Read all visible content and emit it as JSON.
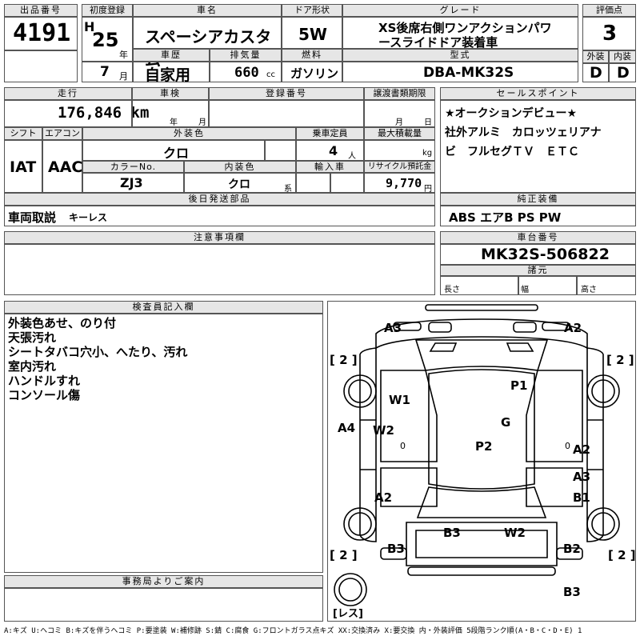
{
  "header": {
    "lot_label": "出品番号",
    "lot_number": "4191",
    "first_reg_label": "初度登録",
    "era": "H",
    "year": "25",
    "year_unit": "年",
    "month": "7",
    "month_unit": "月",
    "model_name_label": "車名",
    "model_name": "スペーシアカスタム",
    "door_label": "ドア形状",
    "door": "5W",
    "grade_label": "グレード",
    "grade_line1": "XS後席右側ワンアクションパワ",
    "grade_line2": "ースライドドア装着車",
    "score_label": "評価点",
    "score": "3",
    "history_label": "車歴",
    "history": "自家用",
    "displacement_label": "排気量",
    "displacement": "660",
    "displacement_unit": "cc",
    "fuel_label": "燃料",
    "fuel": "ガソリン",
    "model_code_label": "型式",
    "model_code": "DBA-MK32S",
    "exterior_label": "外装",
    "exterior": "D",
    "interior_label": "内装",
    "interior": "D"
  },
  "mid": {
    "mileage_label": "走行",
    "mileage": "176,846 km",
    "inspection_label": "車検",
    "inspection_year_unit": "年",
    "inspection_month_unit": "月",
    "reg_number_label": "登録番号",
    "transfer_label": "譲渡書類期限",
    "transfer_month_unit": "月",
    "transfer_day_unit": "日",
    "shift_label": "シフト",
    "shift": "IAT",
    "ac_label": "エアコン",
    "ac": "AAC",
    "ext_color_label": "外装色",
    "ext_color": "クロ",
    "capacity_label": "乗車定員",
    "capacity": "4",
    "capacity_unit": "人",
    "max_load_label": "最大積載量",
    "max_load_unit": "kg",
    "color_no_label": "カラーNo.",
    "color_no": "ZJ3",
    "int_color_label": "内装色",
    "int_color": "クロ",
    "int_color_unit": "系",
    "import_label": "輸入車",
    "recycle_label": "リサイクル預託金",
    "recycle": "9,770",
    "recycle_unit": "円",
    "later_parts_label": "後日発送部品",
    "later_parts": "車両取説",
    "later_parts_extra": "キーレス"
  },
  "selling": {
    "label": "セールスポイント",
    "lines": [
      "★オークションデビュー★",
      "社外アルミ　カロッツェリアナ",
      "ビ　フルセグＴＶ　ＥＴＣ"
    ]
  },
  "equipment": {
    "label": "純正装備",
    "value": "ABS エアB PS PW"
  },
  "notes": {
    "label": "注意事項欄"
  },
  "chassis": {
    "label": "車台番号",
    "value": "MK32S-506822",
    "specs_label": "諸元",
    "length_label": "長さ",
    "width_label": "幅",
    "height_label": "高さ"
  },
  "inspector": {
    "label": "検査員記入欄",
    "lines": [
      "外装色あせ、のり付",
      "天張汚れ",
      "シートタバコ穴小、へたり、汚れ",
      "室内汚れ",
      "ハンドルすれ",
      "コンソール傷"
    ]
  },
  "office": {
    "label": "事務局よりご案内"
  },
  "diagram": {
    "marks": {
      "a3_front_left": "A3",
      "a2_front_right": "A2",
      "tire_fl": "[ 2 ]",
      "tire_fr": "[ 2 ]",
      "tire_rl": "[ 2 ]",
      "tire_rr": "[ 2 ]",
      "spare": "[レス]",
      "w1": "W1",
      "p1": "P1",
      "a4": "A4",
      "w2_left": "W2",
      "g": "G",
      "p2": "P2",
      "a2_right": "A2",
      "a3_right": "A3",
      "a2_left": "A2",
      "b1": "B1",
      "b3_center": "B3",
      "w2_rear": "W2",
      "b3_left": "B3",
      "b2": "B2",
      "b3_bottom": "B3",
      "zero_left": "0",
      "zero_right": "0"
    }
  },
  "legend": "A:キズ U:ヘコミ B:キズを伴うヘコミ P:要塗装 W:補修跡 S:錆 C:腐食 G:フロントガラス点キズ XX:交換済み X:要交換 内・外装評価 5段階ランク順(A・B・C・D・E) 1"
}
